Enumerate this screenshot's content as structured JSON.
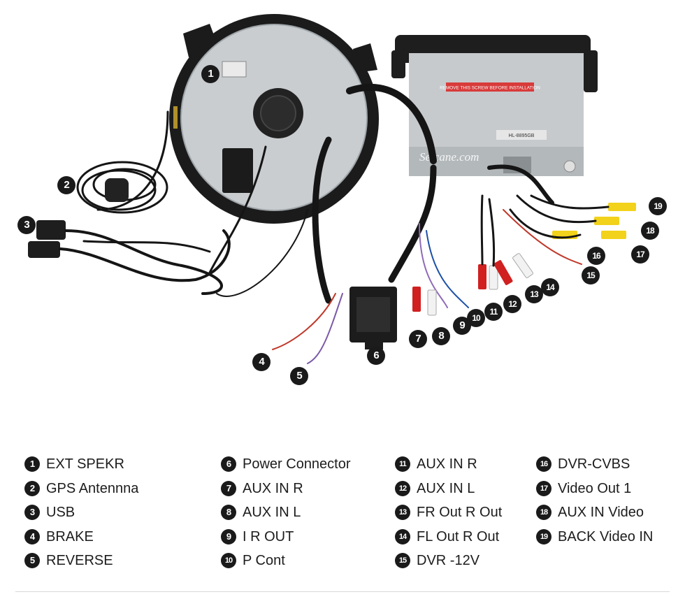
{
  "photo": {
    "watermark": "Seicane.com",
    "sticker_text": "REMOVE THIS SCREW BEFORE INSTALLATION",
    "label_text": "HL-8895GB"
  },
  "legend": [
    {
      "number": "1",
      "label": "EXT SPEKR"
    },
    {
      "number": "2",
      "label": "GPS Antennna"
    },
    {
      "number": "3",
      "label": "USB"
    },
    {
      "number": "4",
      "label": "BRAKE"
    },
    {
      "number": "5",
      "label": "REVERSE"
    },
    {
      "number": "6",
      "label": "Power Connector"
    },
    {
      "number": "7",
      "label": "AUX IN R"
    },
    {
      "number": "8",
      "label": "AUX IN L"
    },
    {
      "number": "9",
      "label": "I R OUT"
    },
    {
      "number": "10",
      "label": "P Cont"
    },
    {
      "number": "11",
      "label": "AUX IN R"
    },
    {
      "number": "12",
      "label": "AUX IN L"
    },
    {
      "number": "13",
      "label": "FR Out R Out"
    },
    {
      "number": "14",
      "label": "FL Out R Out"
    },
    {
      "number": "15",
      "label": "DVR -12V"
    },
    {
      "number": "16",
      "label": "DVR-CVBS"
    },
    {
      "number": "17",
      "label": "Video Out 1"
    },
    {
      "number": "18",
      "label": "AUX IN Video"
    },
    {
      "number": "19",
      "label": "BACK Video IN"
    }
  ],
  "colors": {
    "cable": "#151515",
    "red_rca": "#d02020",
    "white_rca": "#f2f2f2",
    "yellow_rca": "#f2d21a",
    "sticker_red": "#d83a3a"
  }
}
